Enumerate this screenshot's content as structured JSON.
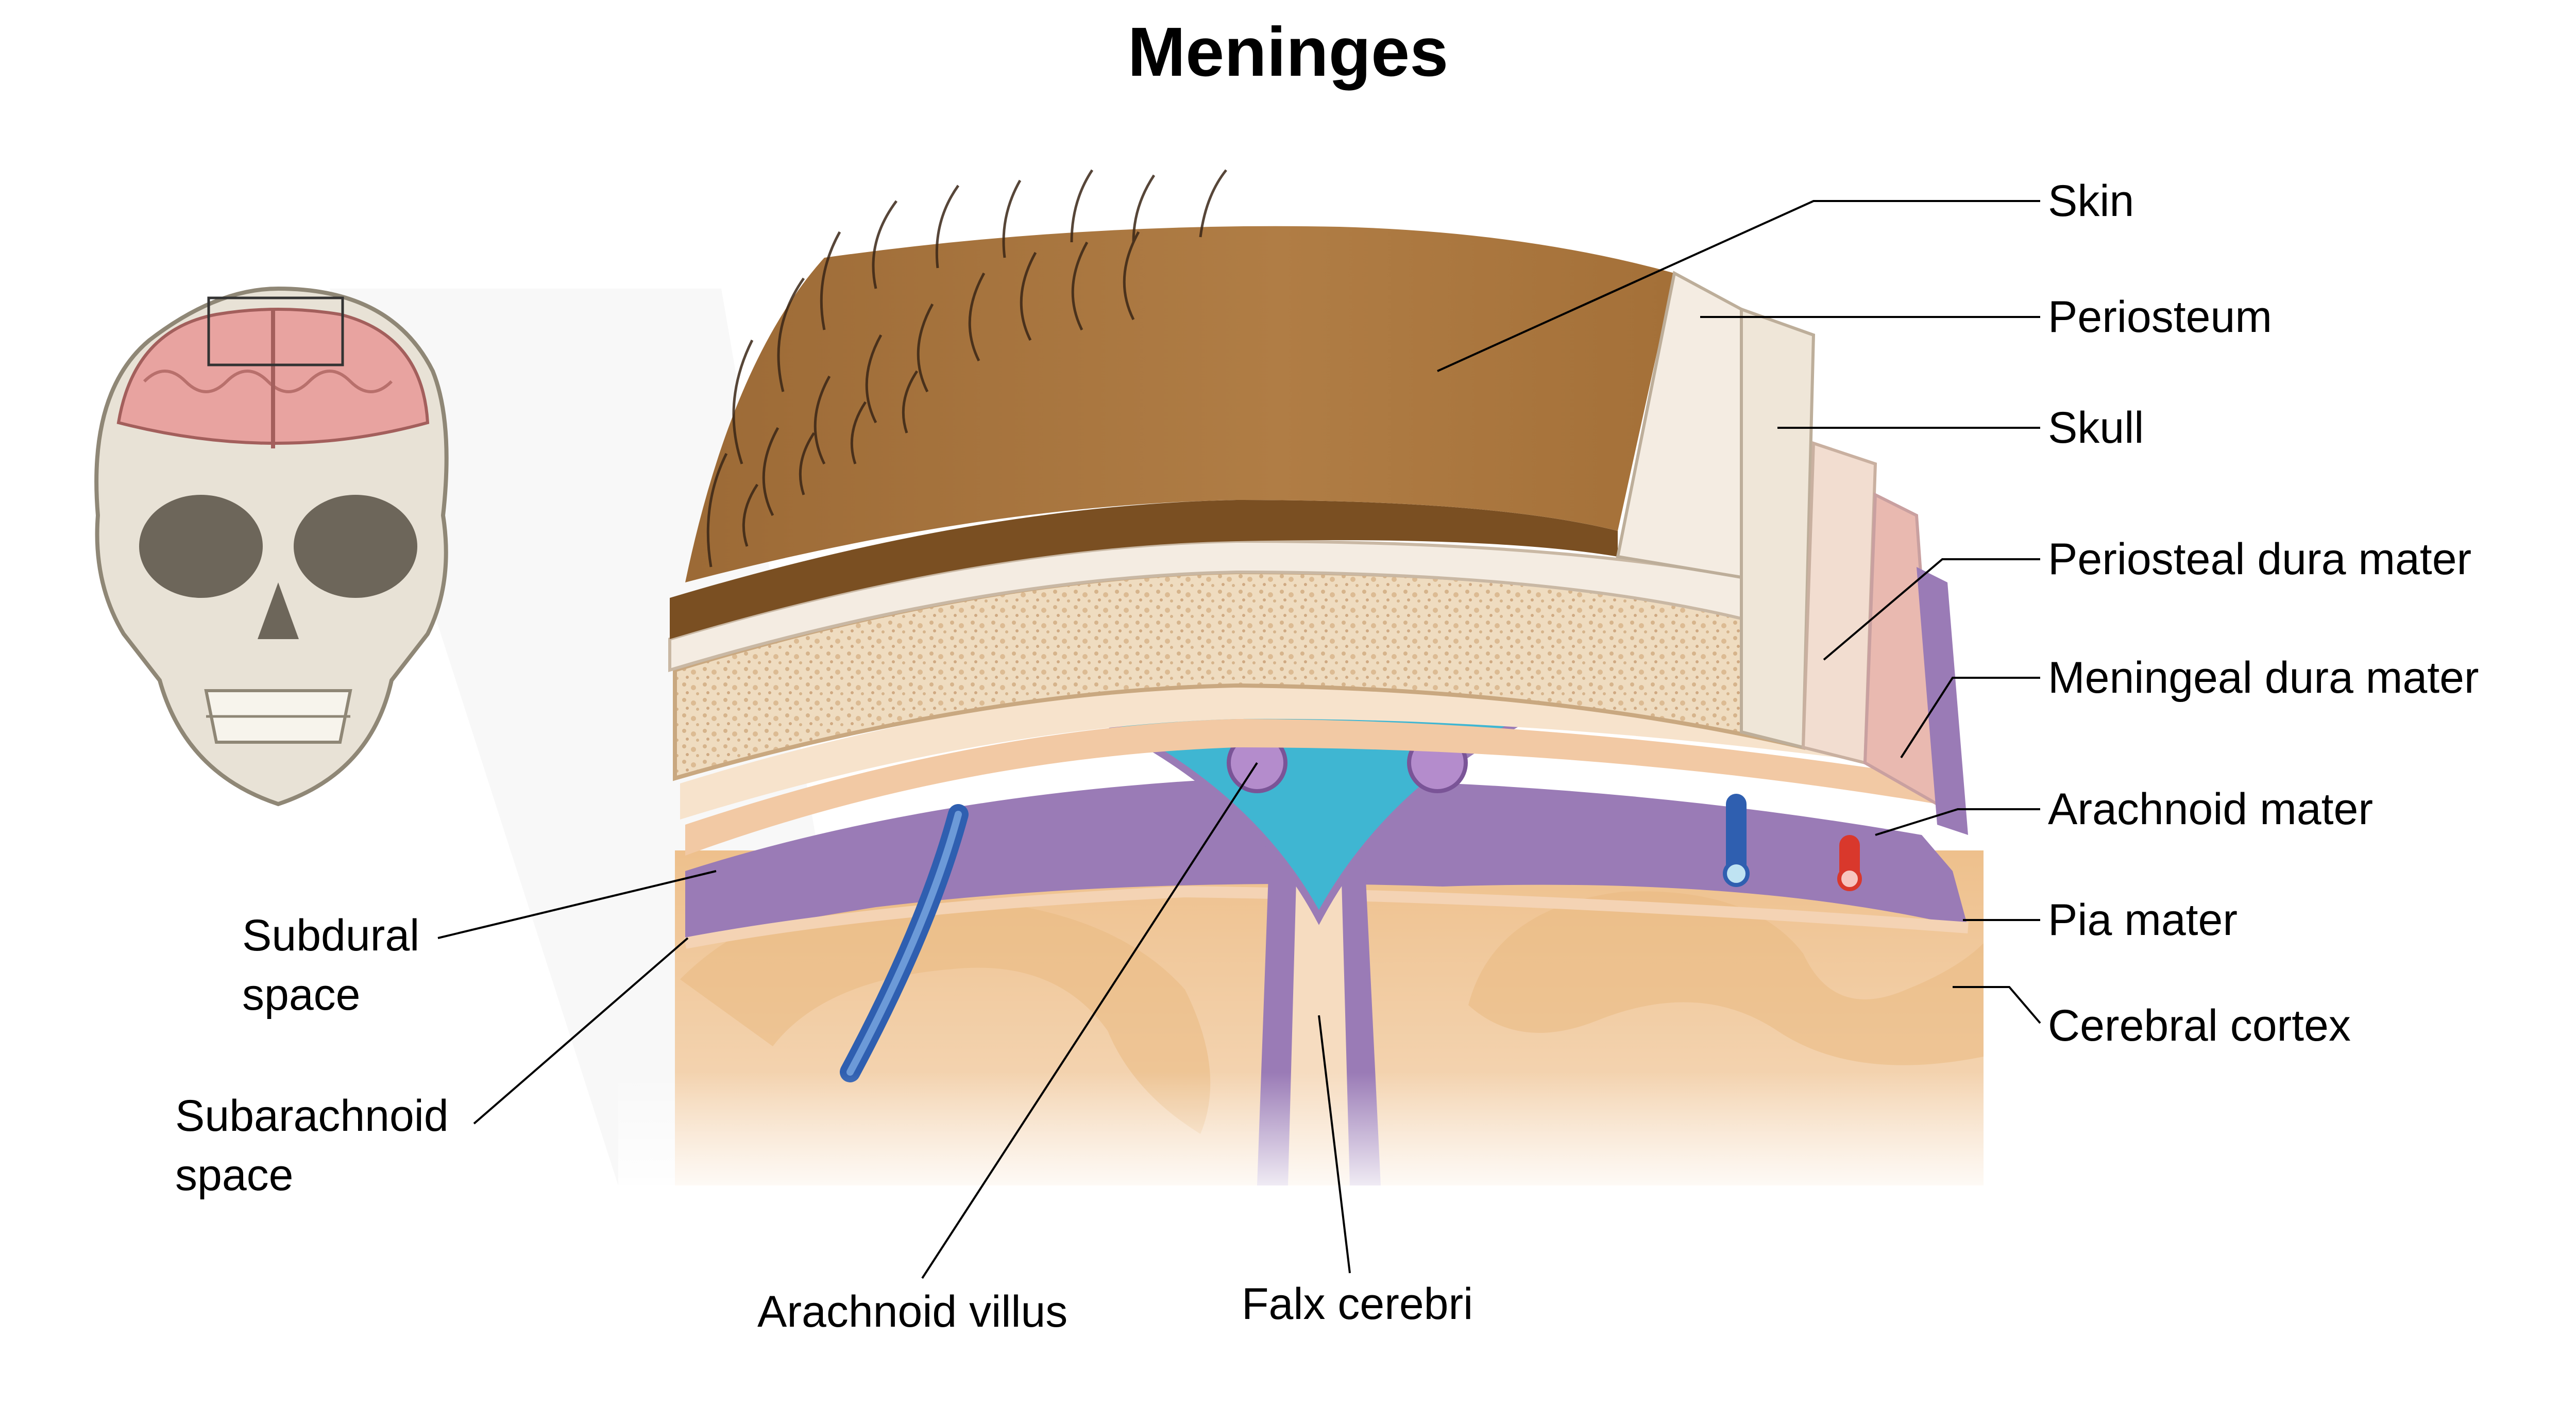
{
  "title": "Meninges",
  "labels": {
    "skin": "Skin",
    "periosteum": "Periosteum",
    "skull": "Skull",
    "periosteal_dura": "Periosteal dura mater",
    "meningeal_dura": "Meningeal dura mater",
    "arachnoid_mater": "Arachnoid mater",
    "pia_mater": "Pia mater",
    "cerebral_cortex": "Cerebral cortex",
    "subdural_line1": "Subdural",
    "subdural_line2": "space",
    "subarachnoid_line1": "Subarachnoid",
    "subarachnoid_line2": "space",
    "arachnoid_villus": "Arachnoid villus",
    "falx_cerebri": "Falx cerebri"
  },
  "colors": {
    "skin": "#a9763f",
    "skin_dark": "#7a4f22",
    "hair": "#3a2616",
    "periosteum": "#f4ece2",
    "skull_bone": "#efe2cc",
    "periosteal_dura": "#f2c9a4",
    "arachnoid": "#9a7bb6",
    "csf": "#3fb6d2",
    "pia": "#f4d3b4",
    "cortex": "#f0c896",
    "vein": "#2f5fb0",
    "artery": "#d9382c"
  }
}
